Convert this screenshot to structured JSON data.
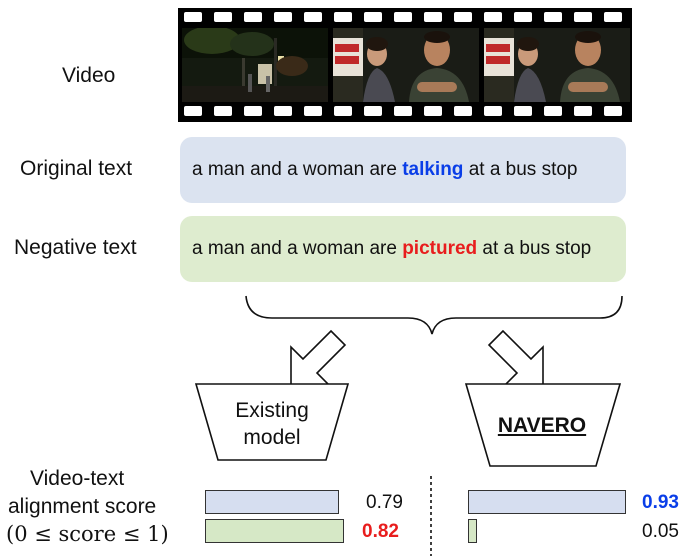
{
  "labels": {
    "video": "Video",
    "original_text": "Original text",
    "negative_text": "Negative text",
    "score_line1": "Video-text",
    "score_line2": "alignment score",
    "score_range": "(0 ≤ score ≤ 1)"
  },
  "original_sentence": {
    "before": "a man and a woman are ",
    "highlight": "talking",
    "after": " at a bus stop"
  },
  "negative_sentence": {
    "before": "a man and a woman are ",
    "highlight": "pictured",
    "after": " at a bus stop"
  },
  "models": {
    "existing_line1": "Existing",
    "existing_line2": "model",
    "navero": "NAVERO"
  },
  "scores": {
    "existing_original": "0.79",
    "existing_negative": "0.82",
    "navero_original": "0.93",
    "navero_negative": "0.05"
  },
  "score_values": {
    "existing_original": 0.79,
    "existing_negative": 0.82,
    "navero_original": 0.93,
    "navero_negative": 0.05
  },
  "colors": {
    "original_box": "#dbe3f0",
    "negative_box": "#deeccf",
    "highlight_blue": "#0a3ee8",
    "highlight_red": "#e81d1d"
  },
  "icons": {
    "left_arrow": "down-left-hollow-arrow",
    "right_arrow": "down-right-hollow-arrow",
    "brace": "curly-brace"
  }
}
